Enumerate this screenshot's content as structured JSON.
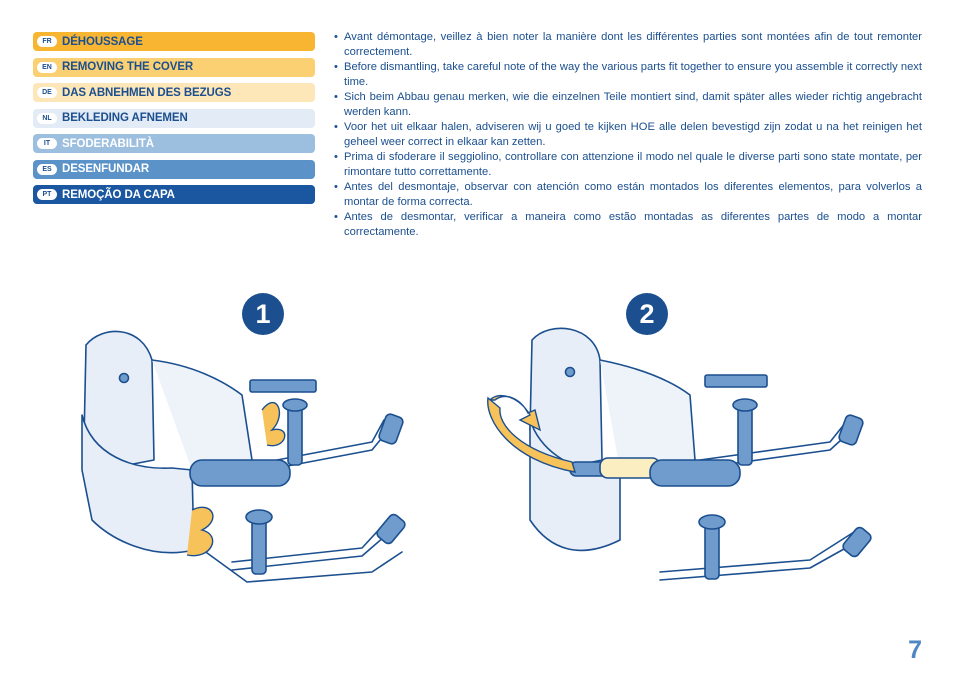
{
  "languages": [
    {
      "code": "FR",
      "label": "DÉHOUSSAGE",
      "color": "#f7b532",
      "style": "light"
    },
    {
      "code": "EN",
      "label": "REMOVING THE COVER",
      "color": "#fad073",
      "style": "light"
    },
    {
      "code": "DE",
      "label": "DAS ABNEHMEN DES BEZUGS",
      "color": "#fde6b7",
      "style": "light"
    },
    {
      "code": "NL",
      "label": "BEKLEDING AFNEMEN",
      "color": "#e3ecf6",
      "style": "light"
    },
    {
      "code": "IT",
      "label": "SFODERABILITÀ",
      "color": "#9cbedf",
      "style": "dark"
    },
    {
      "code": "ES",
      "label": "DESENFUNDAR",
      "color": "#5b92c8",
      "style": "dark"
    },
    {
      "code": "PT",
      "label": "REMOÇÃO DA CAPA",
      "color": "#1a57a0",
      "style": "dark"
    }
  ],
  "instructions": [
    "Avant démontage, veillez à bien noter la manière dont les différentes parties sont montées afin de tout remonter correctement.",
    "Before dismantling, take careful note of the way the various parts fit together to ensure you assemble it correctly next time.",
    "Sich beim Abbau genau merken, wie die einzelnen Teile montiert sind, damit später alles wieder richtig angebracht werden kann.",
    "Voor het uit elkaar halen, adviseren wij u goed te kijken HOE alle delen bevestigd zijn zodat u na het reinigen het geheel weer correct in elkaar kan zetten.",
    "Prima di sfoderare il seggiolino, controllare con attenzione il modo nel quale le diverse parti sono state montate, per rimontare tutto correttamente.",
    "Antes del desmontaje, observar con atención como están montados los diferentes elementos, para volverlos a montar de forma correcta.",
    "Antes de desmontar, verificar a maneira como estão montadas as diferentes partes de modo a montar correctamente."
  ],
  "steps": {
    "one": "1",
    "two": "2"
  },
  "page_number": "7",
  "colors": {
    "brand_blue": "#1b4f8f",
    "cover_light": "#e8eef8",
    "arrow_yellow": "#f7c25a",
    "tube": "#6f9ccd"
  }
}
